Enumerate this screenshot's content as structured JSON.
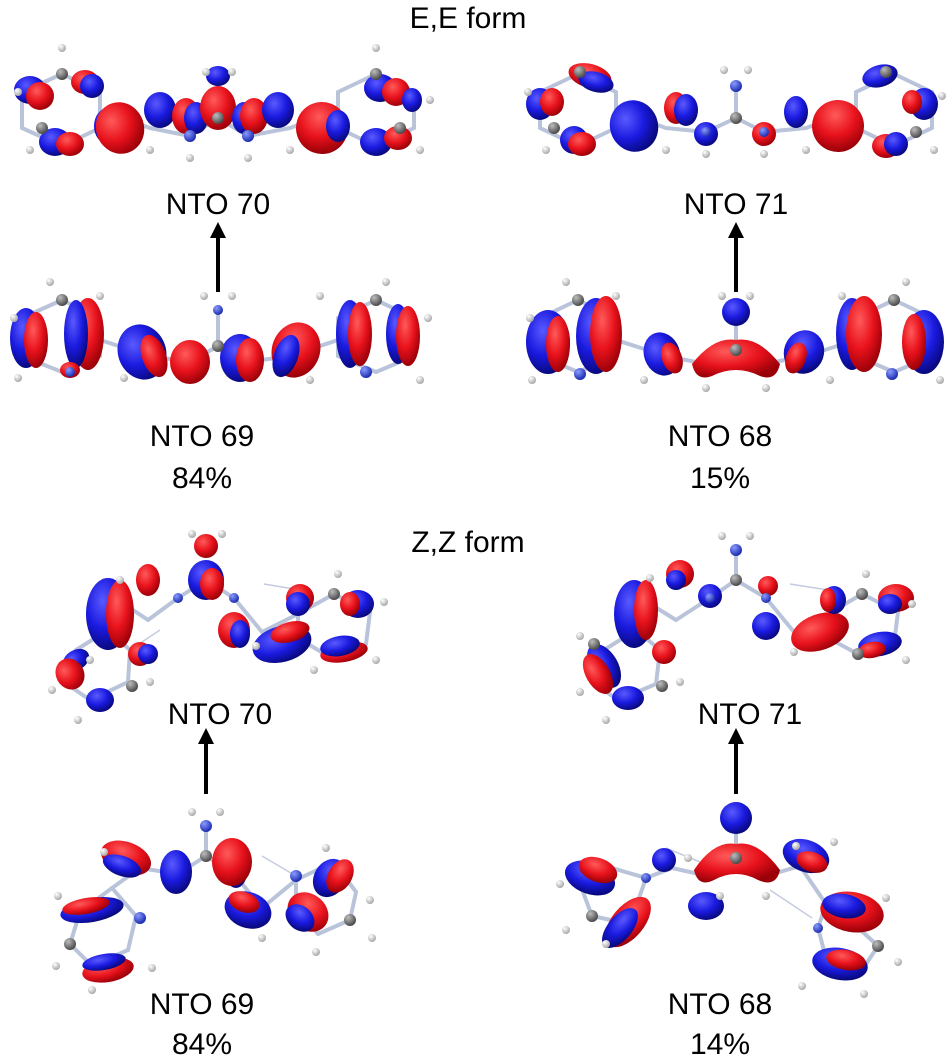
{
  "sections": {
    "ee": {
      "title": "E,E form"
    },
    "zz": {
      "title": "Z,Z form"
    }
  },
  "panels": {
    "ee_upper_left": {
      "label": "NTO 70"
    },
    "ee_upper_right": {
      "label": "NTO 71"
    },
    "ee_lower_left": {
      "label": "NTO 69",
      "weight": "84%"
    },
    "ee_lower_right": {
      "label": "NTO 68",
      "weight": "15%"
    },
    "zz_upper_left": {
      "label": "NTO 70"
    },
    "zz_upper_right": {
      "label": "NTO 71"
    },
    "zz_lower_left": {
      "label": "NTO 69",
      "weight": "84%"
    },
    "zz_lower_right": {
      "label": "NTO 68",
      "weight": "14%"
    }
  },
  "colors": {
    "positive_lobe": "#e8121c",
    "negative_lobe": "#1a1ae0",
    "carbon": "#7d7d7d",
    "nitrogen": "#3349d6",
    "hydrogen": "#e6e6e6",
    "bond": "#b9c4da",
    "arrow": "#000000"
  }
}
